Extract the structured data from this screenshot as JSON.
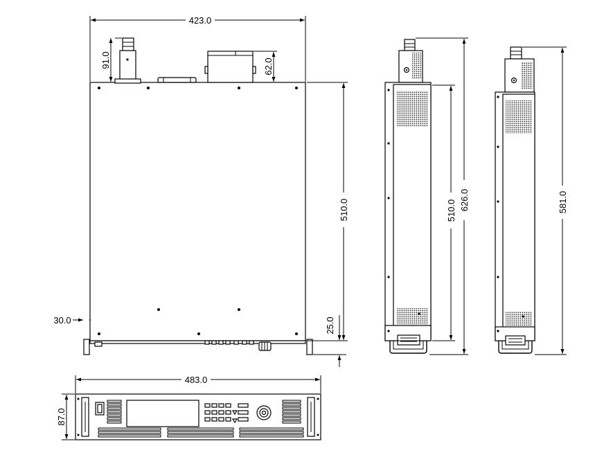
{
  "dimensions": {
    "top_width": "423.0",
    "gland_height": "91.0",
    "box_height": "62.0",
    "top_depth": "510.0",
    "foot_offset": "30.0",
    "bottom_clearance": "25.0",
    "side_depth_inner": "510.0",
    "side_depth_total": "626.0",
    "side2_depth": "581.0",
    "front_width": "483.0",
    "front_height": "87.0"
  }
}
